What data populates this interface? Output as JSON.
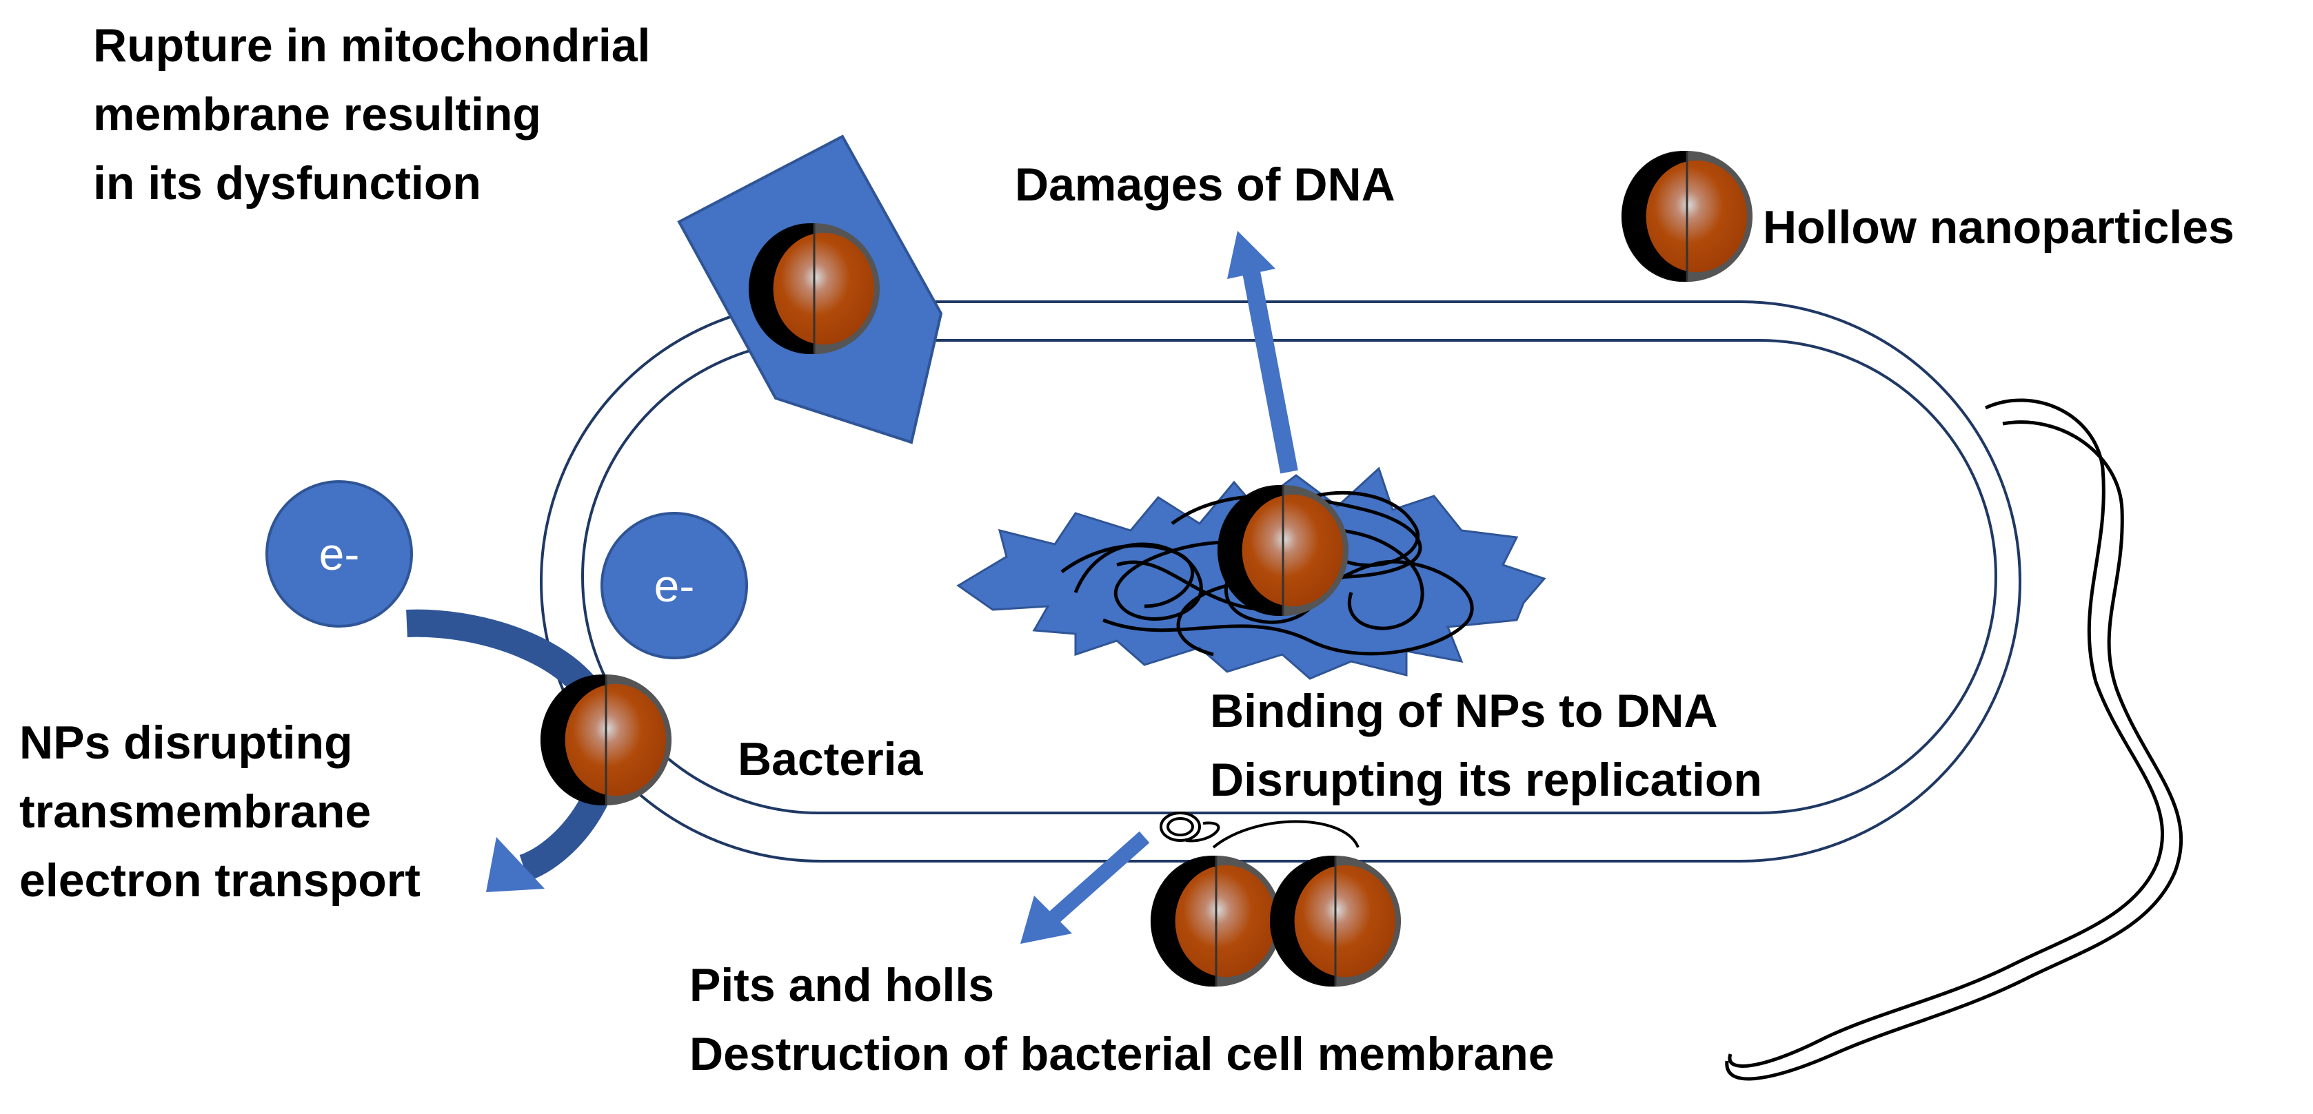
{
  "labels": {
    "mitochondria": [
      "Rupture in mitochondrial",
      "membrane resulting",
      "in its dysfunction"
    ],
    "dna_damage": "Damages of DNA",
    "hollow": "Hollow nanoparticles",
    "electron_transport": [
      "NPs disrupting",
      "transmembrane",
      "electron transport"
    ],
    "bacteria": "Bacteria",
    "dna_binding": [
      "Binding of NPs to DNA",
      "Disrupting its replication"
    ],
    "membrane": [
      "Pits and holls",
      "Destruction of bacterial cell membrane"
    ],
    "electron_symbol": "e-"
  },
  "colors": {
    "blue": "#4472C4",
    "dark_blue": "#2F5597",
    "outline": "#1F3864",
    "nanoparticle_core": "#B04A0A",
    "nanoparticle_shell": "#555555"
  }
}
